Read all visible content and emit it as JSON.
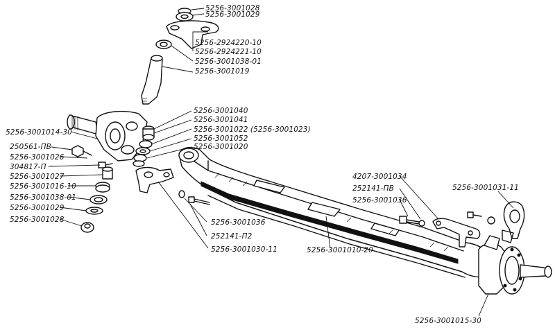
{
  "labels": {
    "p5256_3001028_top": "5256-3001028",
    "p5256_3001029_top": "5256-3001029",
    "p5256_2924220_10": "5256-2924220-10",
    "p5256_2924221_10": "5256-2924221-10",
    "p5256_3001038_01_top": "5256-3001038-01",
    "p5256_3001019": "5256-3001019",
    "p5256_3001040": "5256-3001040",
    "p5256_3001041": "5256-3001041",
    "p5256_3001022": "5256-3001022 (5256-3001023)",
    "p5256_3001052": "5256-3001052",
    "p5256_3001020": "5256-3001020",
    "p5256_3001014_30": "5256-3001014-30",
    "p250561_pv": "250561-ПВ",
    "p5256_3001026": "5256-3001026",
    "p304817_p": "304817-П",
    "p5256_3001027": "5256-3001027",
    "p5256_3001016_10": "5256-3001016-10",
    "p5256_3001038_01_left": "5256-3001038-01",
    "p5256_3001029_left": "5256-3001029",
    "p5256_3001028_left": "5256-3001028",
    "p4207_3001034": "4207-3001034",
    "p252141_pv": "252141-ПВ",
    "p5256_3001036_right": "5256-3001036",
    "p5256_3001031_11": "5256-3001031-11",
    "p5256_3001036_mid": "5256-3001036",
    "p252141_p2": "252141-П2",
    "p5256_3001030_11": "5256-3001030-11",
    "p5256_3001010_20": "5256-3001010-20",
    "p5256_3001015_30": "5256-3001015-30"
  }
}
